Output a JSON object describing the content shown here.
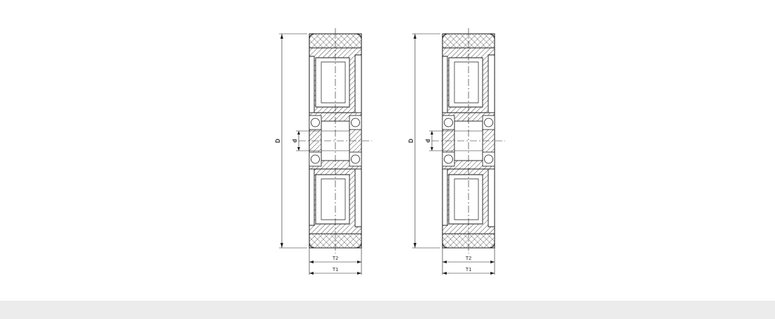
{
  "drawing": {
    "line_color": "#1a1a1a",
    "strip_color": "#ececec",
    "wheels": [
      {
        "label_D": "D",
        "label_d": "d",
        "label_T2": "T2",
        "label_T1": "T1"
      },
      {
        "label_D": "D",
        "label_d": "d",
        "label_T2": "T2",
        "label_T1": "T1"
      }
    ]
  }
}
